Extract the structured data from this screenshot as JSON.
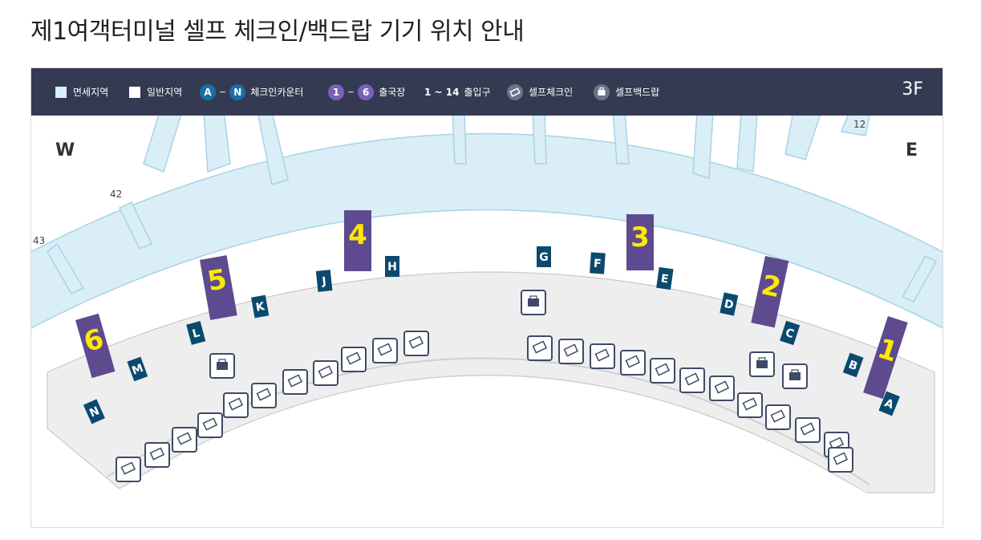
{
  "title": "제1여객터미널 셀프 체크인/백드랍 기기 위치 안내",
  "legend": {
    "duty_free": "면세지역",
    "general": "일반지역",
    "counter_from": "A",
    "counter_tilde": "~",
    "counter_to": "N",
    "counter_label": "체크인카운터",
    "departure_from": "1",
    "departure_tilde": "~",
    "departure_to": "6",
    "departure_label": "출국장",
    "gates_range": "1 ~ 14",
    "gates_label": "출입구",
    "self_checkin_label": "셀프체크인",
    "self_bagdrop_label": "셀프백드랍"
  },
  "floor": "3F",
  "directions": {
    "west": "W",
    "east": "E"
  },
  "gate_numbers": {
    "g42": "42",
    "g43": "43",
    "g12": "12"
  },
  "departure_halls": [
    "1",
    "2",
    "3",
    "4",
    "5",
    "6"
  ],
  "checkin_counters": [
    "A",
    "B",
    "C",
    "D",
    "E",
    "F",
    "G",
    "H",
    "J",
    "K",
    "L",
    "M",
    "N"
  ],
  "colors": {
    "header_bg": "#343a52",
    "duty_free_area": "#d9eef7",
    "general_area": "#ffffff",
    "counter_blue": "#0b4a6e",
    "departure_purple": "#5d4a8f",
    "departure_number": "#ffe800",
    "self_checkin_icon": "#3e4a66",
    "self_bagdrop_icon": "#3e4a66"
  },
  "icons": {
    "self_checkin": "self-checkin-kiosk-icon",
    "self_bagdrop": "self-bagdrop-luggage-icon"
  }
}
